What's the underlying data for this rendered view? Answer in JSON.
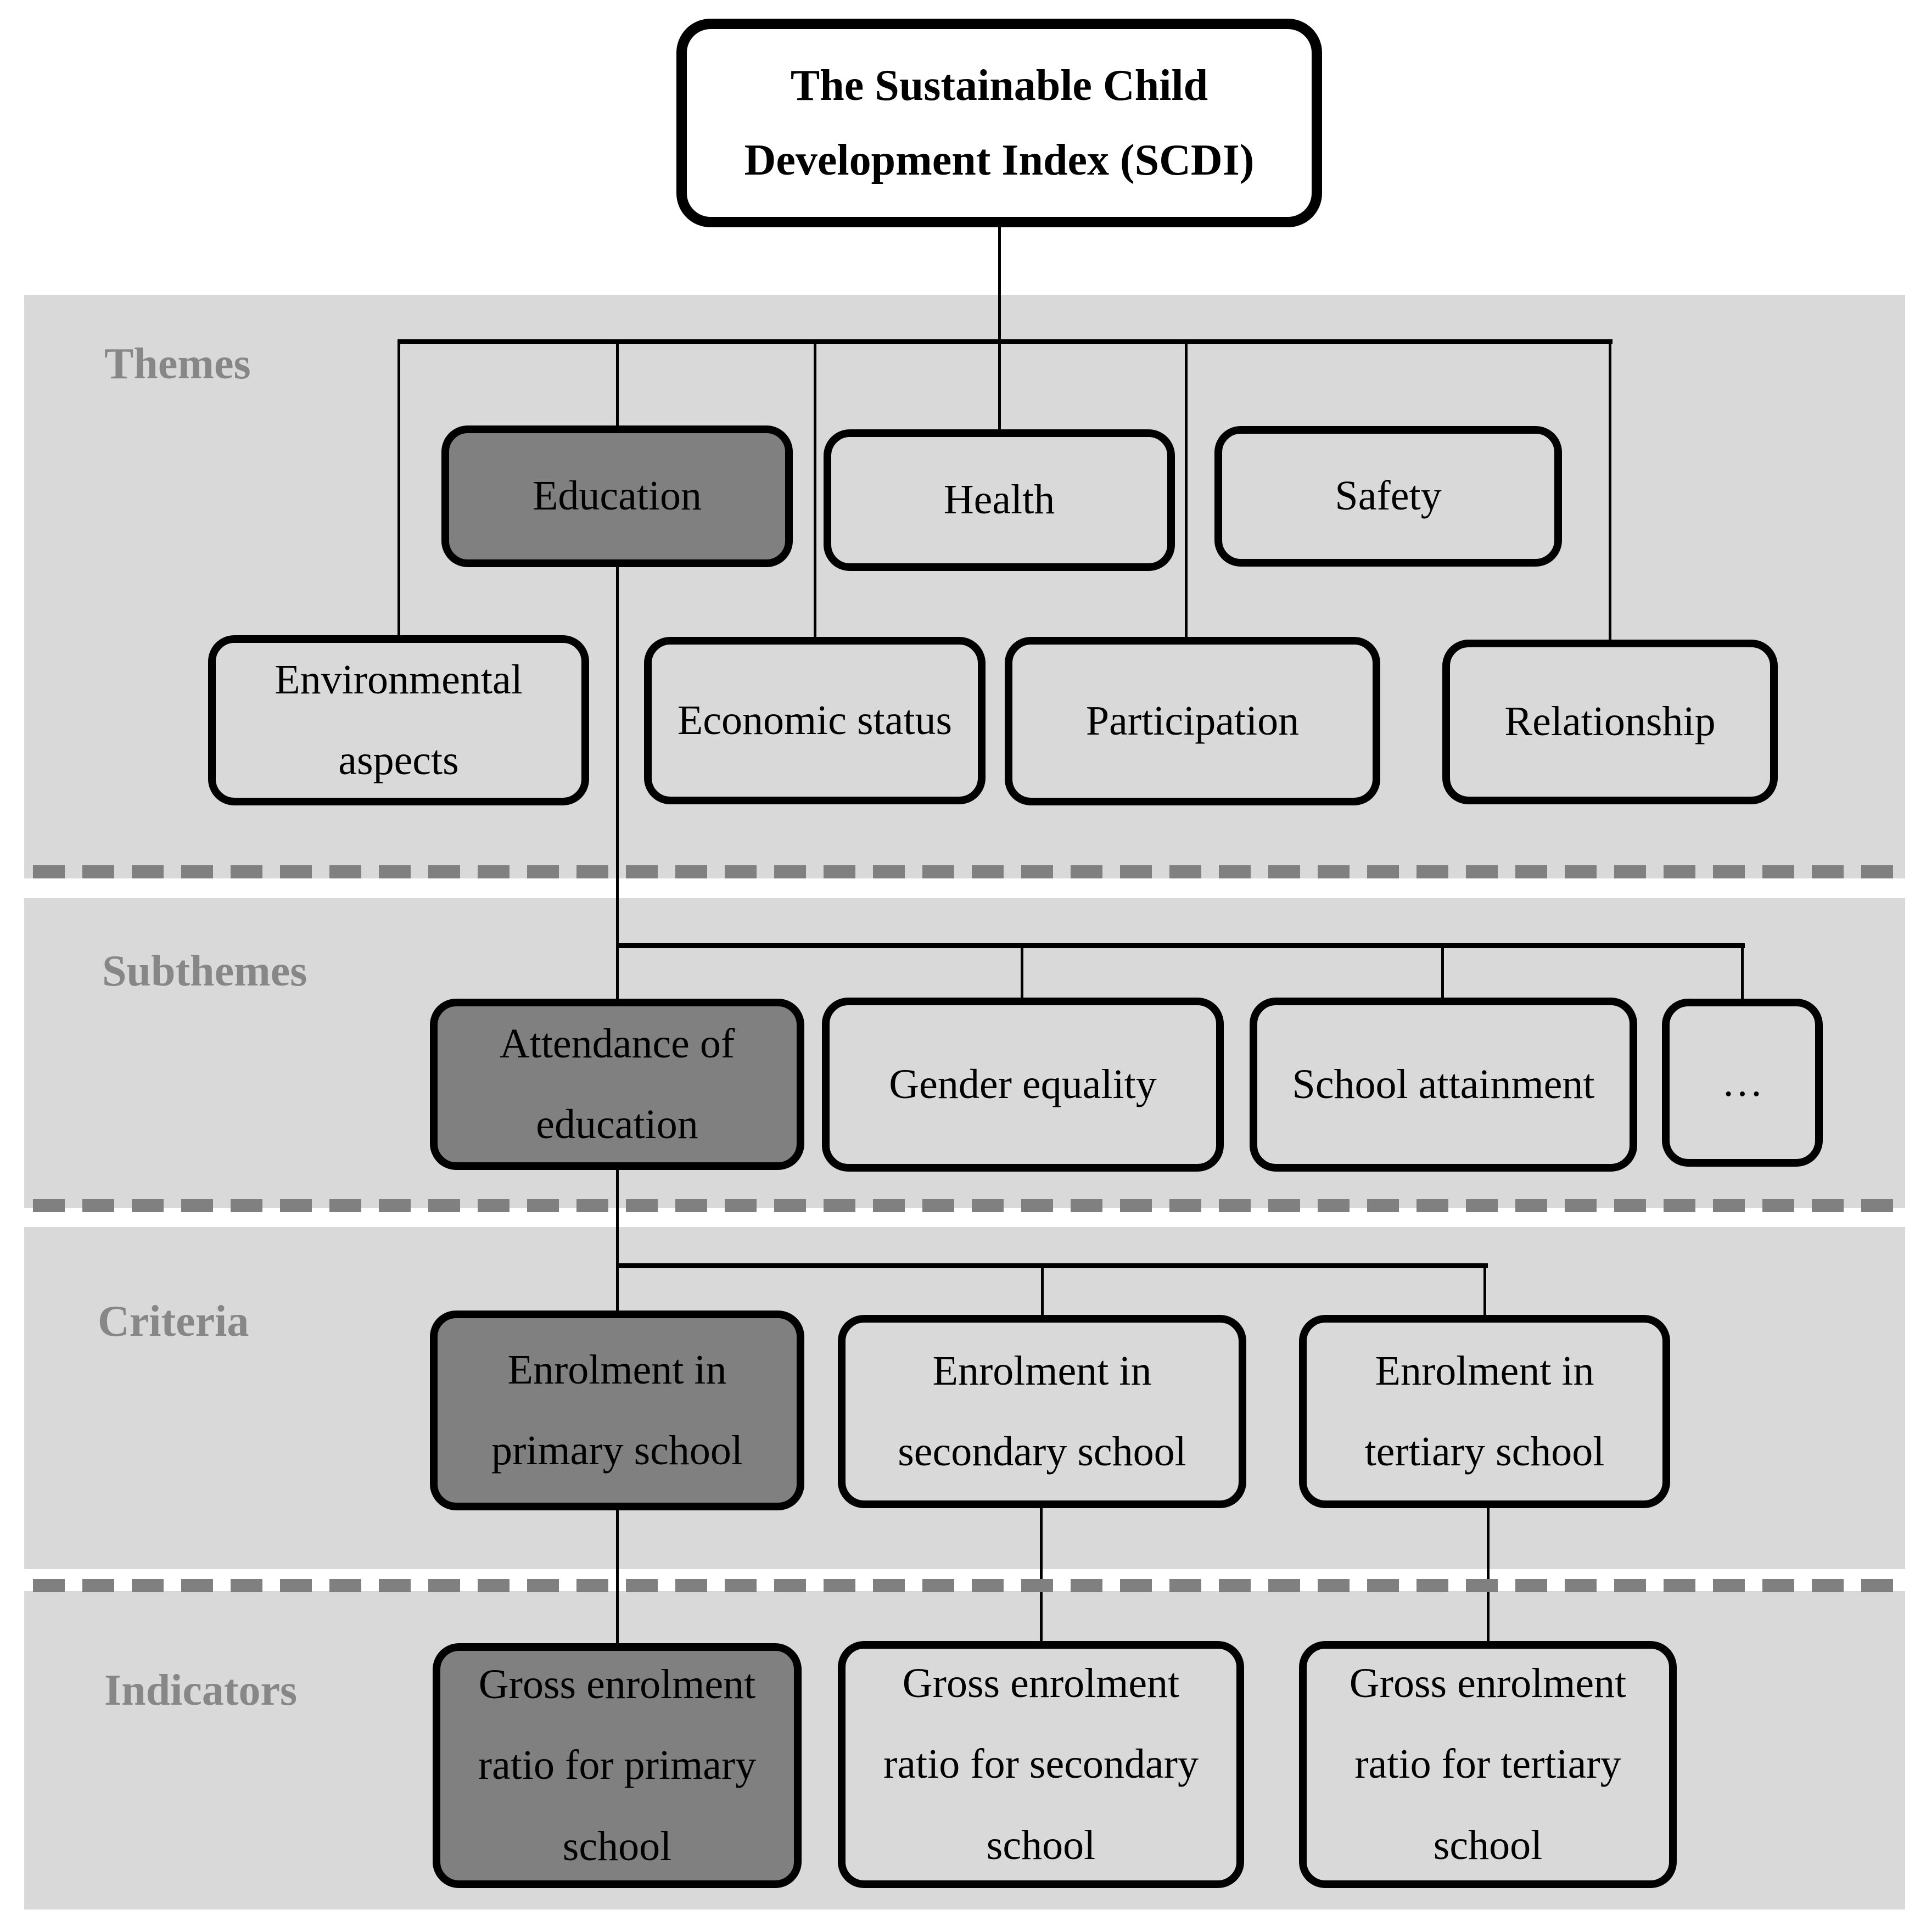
{
  "root": {
    "lines": [
      "The Sustainable Child",
      "Development Index (SCDI)"
    ]
  },
  "bands": {
    "themes": {
      "label": "Themes",
      "boxes": {
        "education": {
          "lines": [
            "Education"
          ],
          "highlighted": true
        },
        "health": {
          "lines": [
            "Health"
          ],
          "highlighted": false
        },
        "safety": {
          "lines": [
            "Safety"
          ],
          "highlighted": false
        },
        "environmental": {
          "lines": [
            "Environmental",
            "aspects"
          ],
          "highlighted": false
        },
        "economic": {
          "lines": [
            "Economic status"
          ],
          "highlighted": false
        },
        "participation": {
          "lines": [
            "Participation"
          ],
          "highlighted": false
        },
        "relationship": {
          "lines": [
            "Relationship"
          ],
          "highlighted": false
        }
      }
    },
    "subthemes": {
      "label": "Subthemes",
      "boxes": {
        "attendance": {
          "lines": [
            "Attendance of",
            "education"
          ],
          "highlighted": true
        },
        "gender": {
          "lines": [
            "Gender equality"
          ],
          "highlighted": false
        },
        "attainment": {
          "lines": [
            "School attainment"
          ],
          "highlighted": false
        },
        "more": {
          "lines": [
            "…"
          ],
          "highlighted": false
        }
      }
    },
    "criteria": {
      "label": "Criteria",
      "boxes": {
        "primary": {
          "lines": [
            "Enrolment in",
            "primary school"
          ],
          "highlighted": true
        },
        "secondary": {
          "lines": [
            "Enrolment in",
            "secondary school"
          ],
          "highlighted": false
        },
        "tertiary": {
          "lines": [
            "Enrolment in",
            "tertiary school"
          ],
          "highlighted": false
        }
      }
    },
    "indicators": {
      "label": "Indicators",
      "boxes": {
        "primary": {
          "lines": [
            "Gross enrolment",
            "ratio for primary",
            "school"
          ],
          "highlighted": true
        },
        "secondary": {
          "lines": [
            "Gross enrolment",
            "ratio for secondary",
            "school"
          ],
          "highlighted": false
        },
        "tertiary": {
          "lines": [
            "Gross enrolment",
            "ratio for tertiary",
            "school"
          ],
          "highlighted": false
        }
      }
    }
  },
  "colors": {
    "band_background": "#d9d9d9",
    "box_light_fill": "#d9d9d9",
    "box_dark_fill": "#808080",
    "box_border": "#000000",
    "divider_dash": "#808080",
    "band_label_text": "#878787",
    "connector": "#000000",
    "page_background": "#ffffff"
  }
}
